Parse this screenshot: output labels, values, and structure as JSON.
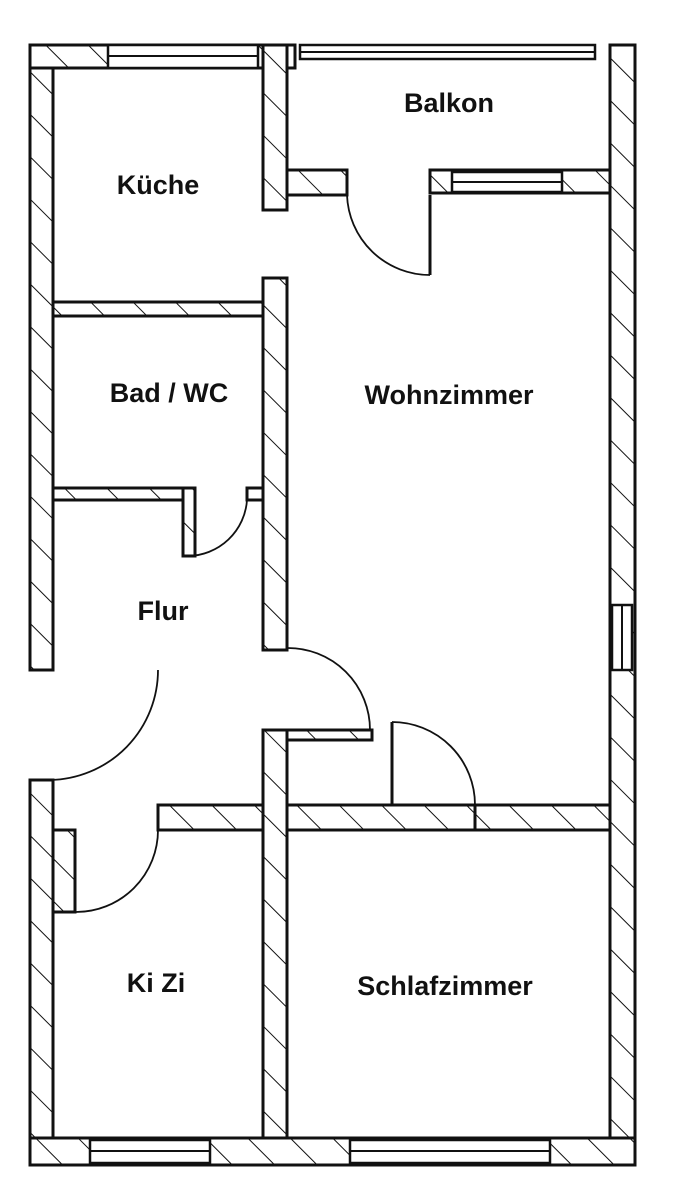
{
  "floor_plan": {
    "rooms": {
      "kueche": "Küche",
      "balkon": "Balkon",
      "bad_wc": "Bad / WC",
      "wohnzimmer": "Wohnzimmer",
      "flur": "Flur",
      "ki_zi": "Ki Zi",
      "schlafzimmer": "Schlafzimmer"
    },
    "colors": {
      "line": "#111111",
      "background": "#ffffff"
    }
  }
}
